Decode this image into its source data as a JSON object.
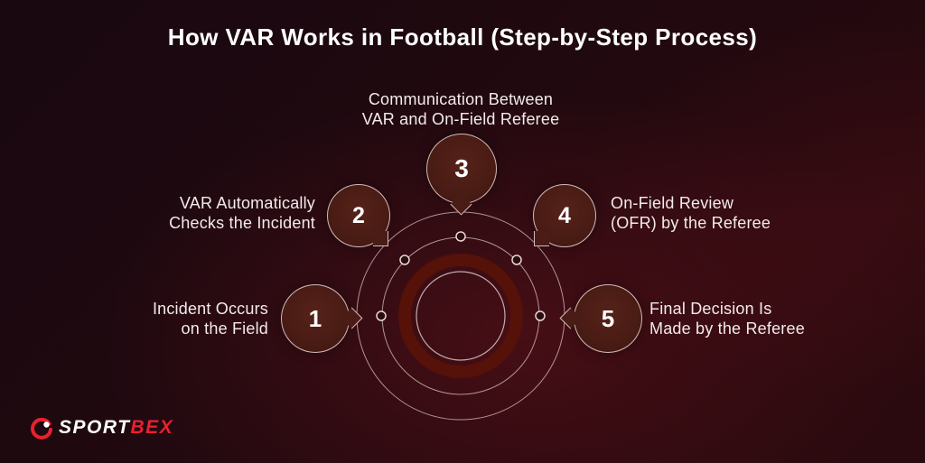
{
  "title": "How VAR Works in Football (Step-by-Step Process)",
  "steps": [
    {
      "number": "1",
      "lines": [
        "Incident Occurs",
        "on the Field"
      ]
    },
    {
      "number": "2",
      "lines": [
        "VAR Automatically",
        "Checks the Incident"
      ]
    },
    {
      "number": "3",
      "lines": [
        "Communication Between",
        "VAR and On-Field Referee"
      ]
    },
    {
      "number": "4",
      "lines": [
        "On-Field Review",
        "(OFR) by the Referee"
      ]
    },
    {
      "number": "5",
      "lines": [
        "Final Decision Is",
        "Made by the Referee"
      ]
    }
  ],
  "logo": {
    "sport": "SPORT",
    "bex": "BEX"
  },
  "colors": {
    "accent": "#e8212e",
    "bubble_fill": "#4a1c15",
    "ring_dark": "#561109",
    "background_dark": "#1d0a10",
    "text": "#f3eaec"
  }
}
